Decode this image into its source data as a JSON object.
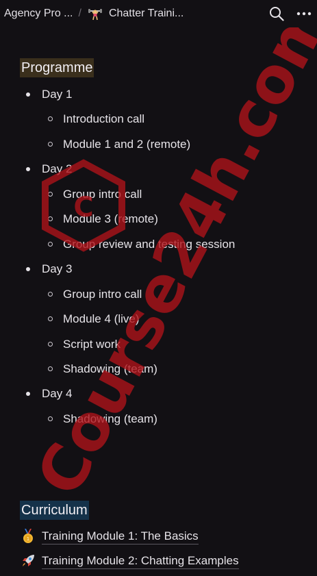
{
  "breadcrumb": {
    "workspace": "Agency Pro ...",
    "separator": "/",
    "page": "Chatter Traini..."
  },
  "icons": {
    "page": "weightlifter-emoji-icon",
    "search": "search-icon",
    "more": "more-horizontal-icon",
    "link1": "gold-medal-icon",
    "link2": "rocket-icon"
  },
  "programme": {
    "title": "Programme",
    "days": [
      {
        "label": "Day 1",
        "items": [
          "Introduction call",
          "Module 1 and 2 (remote)"
        ]
      },
      {
        "label": "Day 2",
        "items": [
          "Group intro call",
          "Module 3 (remote)",
          "Group review and testing session"
        ]
      },
      {
        "label": "Day 3",
        "items": [
          "Group intro call",
          "Module 4 (live)",
          "Script work",
          "Shadowing (team)"
        ]
      },
      {
        "label": "Day 4",
        "items": [
          "Shadowing (team)"
        ]
      }
    ]
  },
  "curriculum": {
    "title": "Curriculum",
    "links": [
      {
        "label": "Training Module 1: The Basics"
      },
      {
        "label": "Training Module 2: Chatting Examples"
      }
    ]
  },
  "watermark": {
    "text": "Course24h.com",
    "color": "#b0131a"
  },
  "colors": {
    "background": "#121014",
    "programme_highlight": "#3a2f1c",
    "curriculum_highlight": "#15324a"
  }
}
